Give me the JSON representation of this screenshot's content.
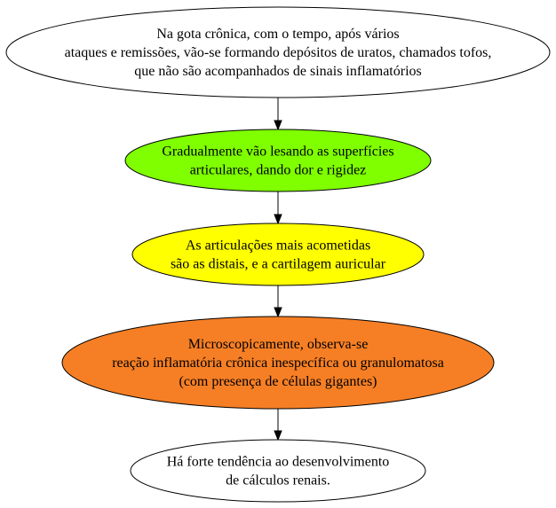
{
  "nodes": [
    {
      "id": "gota-cronica",
      "lines": [
        "Na gota crônica, com o tempo, após vários",
        "ataques e remissões, vão-se formando depósitos de uratos, chamados tofos,",
        "que não são acompanhados de sinais inflamatórios"
      ],
      "fill": "#ffffff"
    },
    {
      "id": "lesando",
      "lines": [
        "Gradualmente vão lesando as superfícies",
        "articulares, dando dor e rigidez"
      ],
      "fill": "#7fff00"
    },
    {
      "id": "articulacoes",
      "lines": [
        "As articulações mais acometidas",
        "são as distais, e a cartilagem auricular"
      ],
      "fill": "#ffff00"
    },
    {
      "id": "microscopia",
      "lines": [
        "Microscopicamente, observa-se",
        "reação inflamatória crônica inespecífica ou granulomatosa",
        "(com presença de células gigantes)"
      ],
      "fill": "#f67f25"
    },
    {
      "id": "calculos",
      "lines": [
        "Há forte tendência ao desenvolvimento",
        "de cálculos renais."
      ],
      "fill": "#ffffff"
    }
  ],
  "edges": [
    {
      "from": "gota-cronica",
      "to": "lesando"
    },
    {
      "from": "lesando",
      "to": "articulacoes"
    },
    {
      "from": "articulacoes",
      "to": "microscopia"
    },
    {
      "from": "microscopia",
      "to": "calculos"
    }
  ],
  "colors": {
    "stroke": "#000000",
    "background": "#ffffff"
  }
}
